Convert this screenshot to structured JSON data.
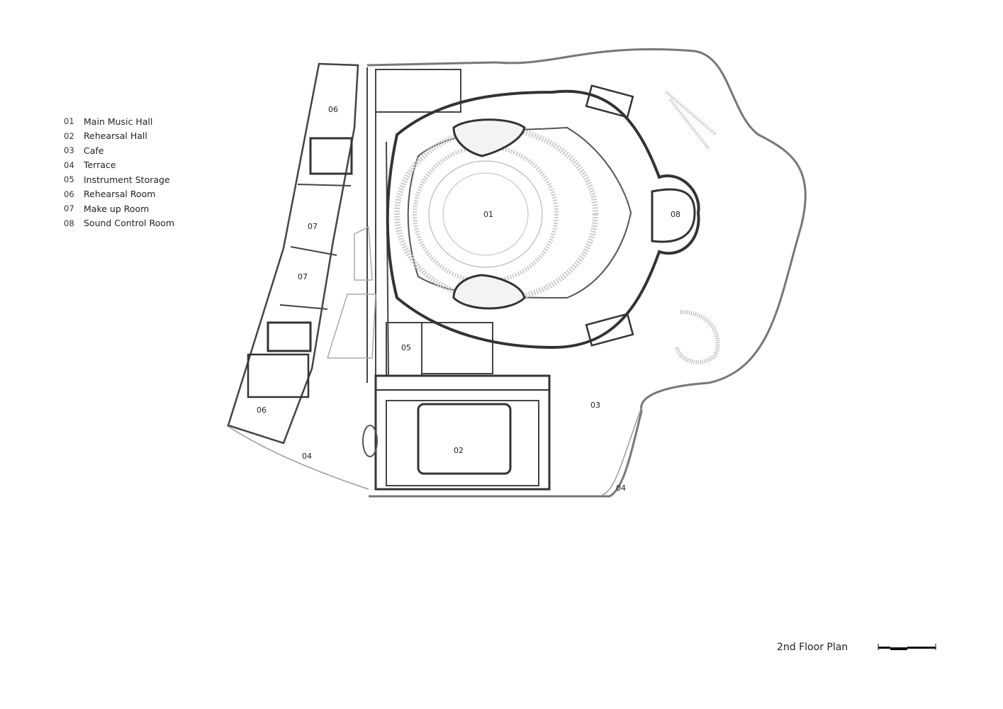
{
  "legend": [
    {
      "num": "01",
      "label": "Main Music Hall"
    },
    {
      "num": "02",
      "label": "Rehearsal Hall"
    },
    {
      "num": "03",
      "label": "Cafe"
    },
    {
      "num": "04",
      "label": "Terrace"
    },
    {
      "num": "05",
      "label": "Instrument Storage"
    },
    {
      "num": "06",
      "label": "Rehearsal Room"
    },
    {
      "num": "07",
      "label": "Make up Room"
    },
    {
      "num": "08",
      "label": "Sound Control Room"
    }
  ],
  "plan_labels": {
    "main_hall": "01",
    "rehearsal_hall": "02",
    "cafe": "03",
    "terrace_west": "04",
    "terrace_east": "04",
    "storage": "05",
    "rehearsal_room_north": "06",
    "rehearsal_room_south": "06",
    "makeup_room_1": "07",
    "makeup_room_2": "07",
    "sound_control": "08"
  },
  "title": "2nd Floor Plan",
  "colors": {
    "wall": "#333333",
    "thin": "#999999"
  }
}
